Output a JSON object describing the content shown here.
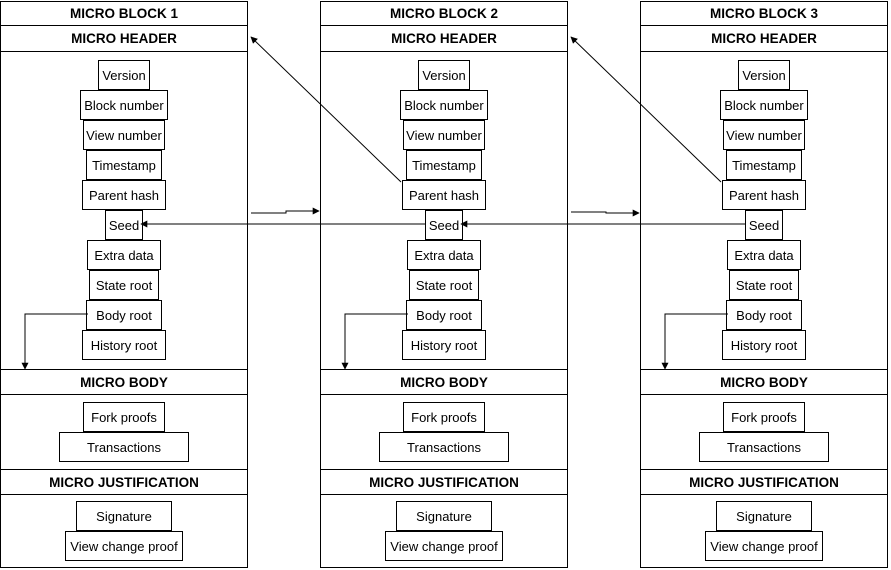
{
  "blocks": [
    {
      "title": "MICRO BLOCK 1"
    },
    {
      "title": "MICRO BLOCK 2"
    },
    {
      "title": "MICRO BLOCK 3"
    }
  ],
  "sections": {
    "header": "MICRO HEADER",
    "body": "MICRO BODY",
    "justification": "MICRO JUSTIFICATION"
  },
  "header_fields": [
    "Version",
    "Block number",
    "View number",
    "Timestamp",
    "Parent hash",
    "Seed",
    "Extra data",
    "State root",
    "Body root",
    "History root"
  ],
  "body_fields": [
    "Fork proofs",
    "Transactions"
  ],
  "justification_fields": [
    "Signature",
    "View change proof"
  ]
}
